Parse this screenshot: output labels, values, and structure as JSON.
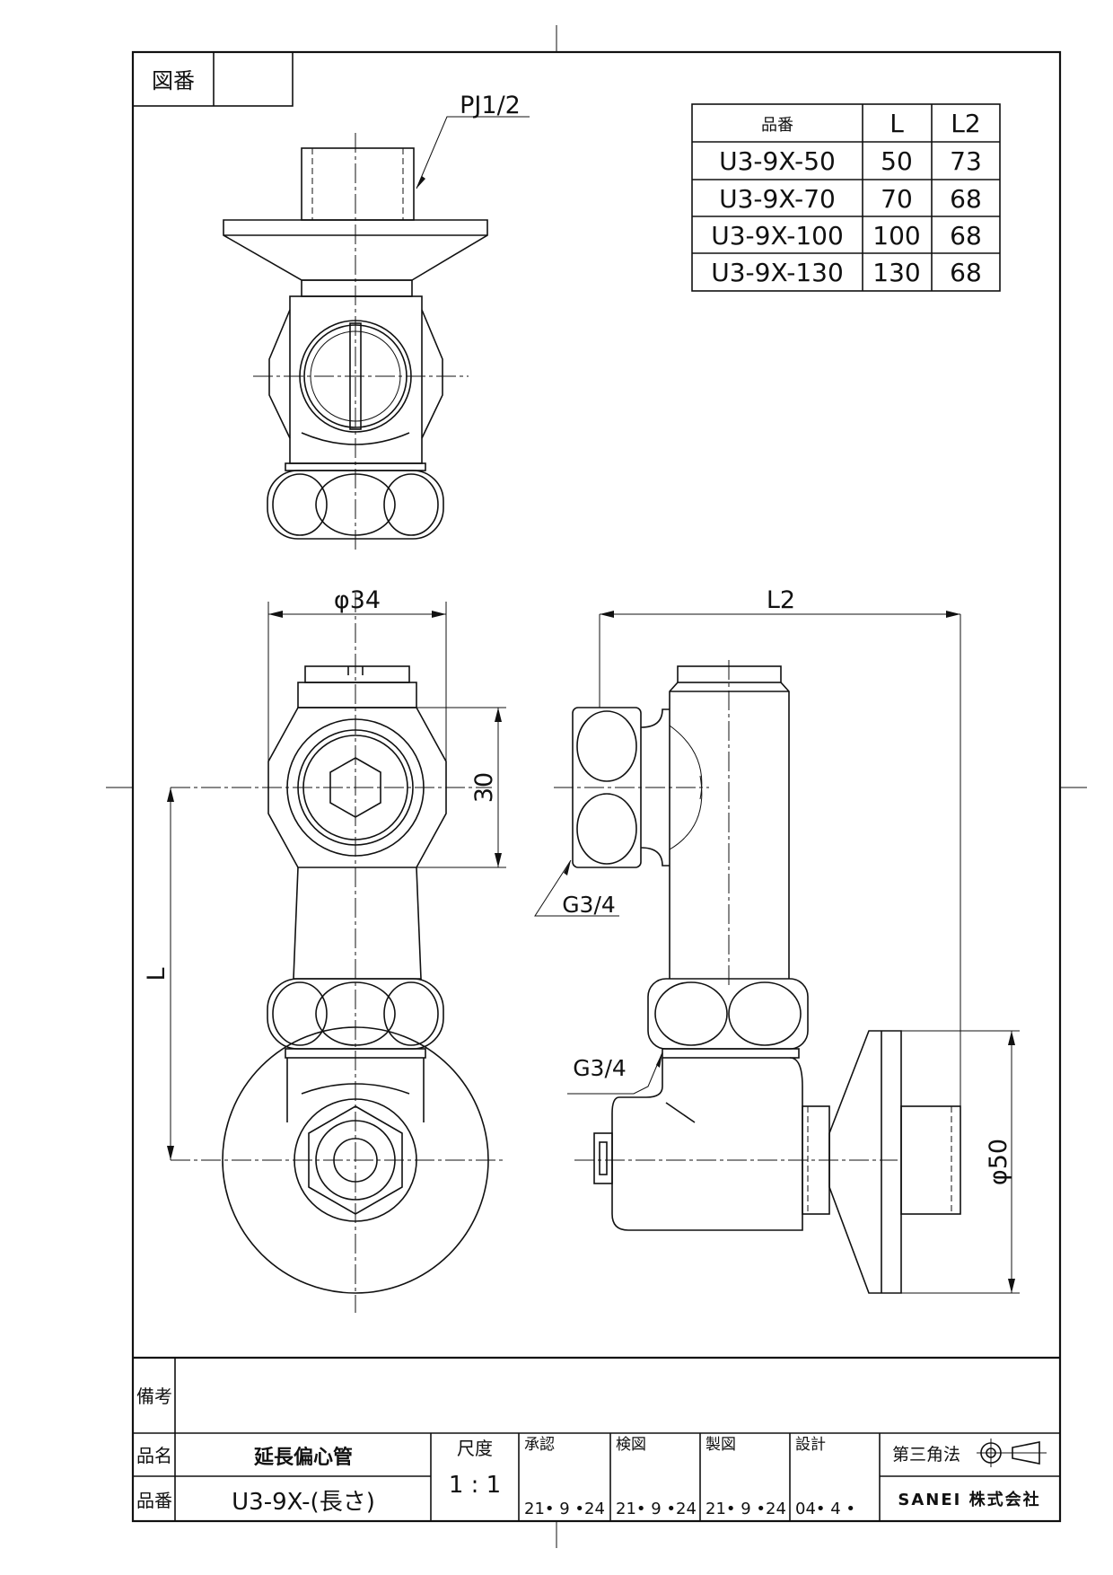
{
  "frame": {
    "drawing_no_label": "図番",
    "drawing_no_value": ""
  },
  "callouts": {
    "thread_top": "PJ1/2",
    "thread_side": "G3/4",
    "thread_lower": "G3/4"
  },
  "dimensions": {
    "dia_34": "φ34",
    "width_30": "30",
    "length_L": "L",
    "length_L2": "L2",
    "dia_50": "φ50"
  },
  "spec_table": {
    "headers": [
      "品番",
      "L",
      "L2"
    ],
    "rows": [
      [
        "U3-9X-50",
        "50",
        "73"
      ],
      [
        "U3-9X-70",
        "70",
        "68"
      ],
      [
        "U3-9X-100",
        "100",
        "68"
      ],
      [
        "U3-9X-130",
        "130",
        "68"
      ]
    ]
  },
  "title_block": {
    "remarks_label": "備考",
    "remarks_value": "",
    "name_label": "品名",
    "name_value": "延長偏心管",
    "number_label": "品番",
    "number_value": "U3-9X-(長さ)",
    "scale_label": "尺度",
    "scale_value": "1 : 1",
    "approval_label": "承認",
    "approval_date": "21• 9 •24",
    "check_label": "検図",
    "check_date": "21• 9 •24",
    "draft_label": "製図",
    "draft_date": "21• 9 •24",
    "design_label": "設計",
    "design_date": "04• 4 •",
    "projection_label": "第三角法",
    "company": "SANEI 株式会社"
  }
}
